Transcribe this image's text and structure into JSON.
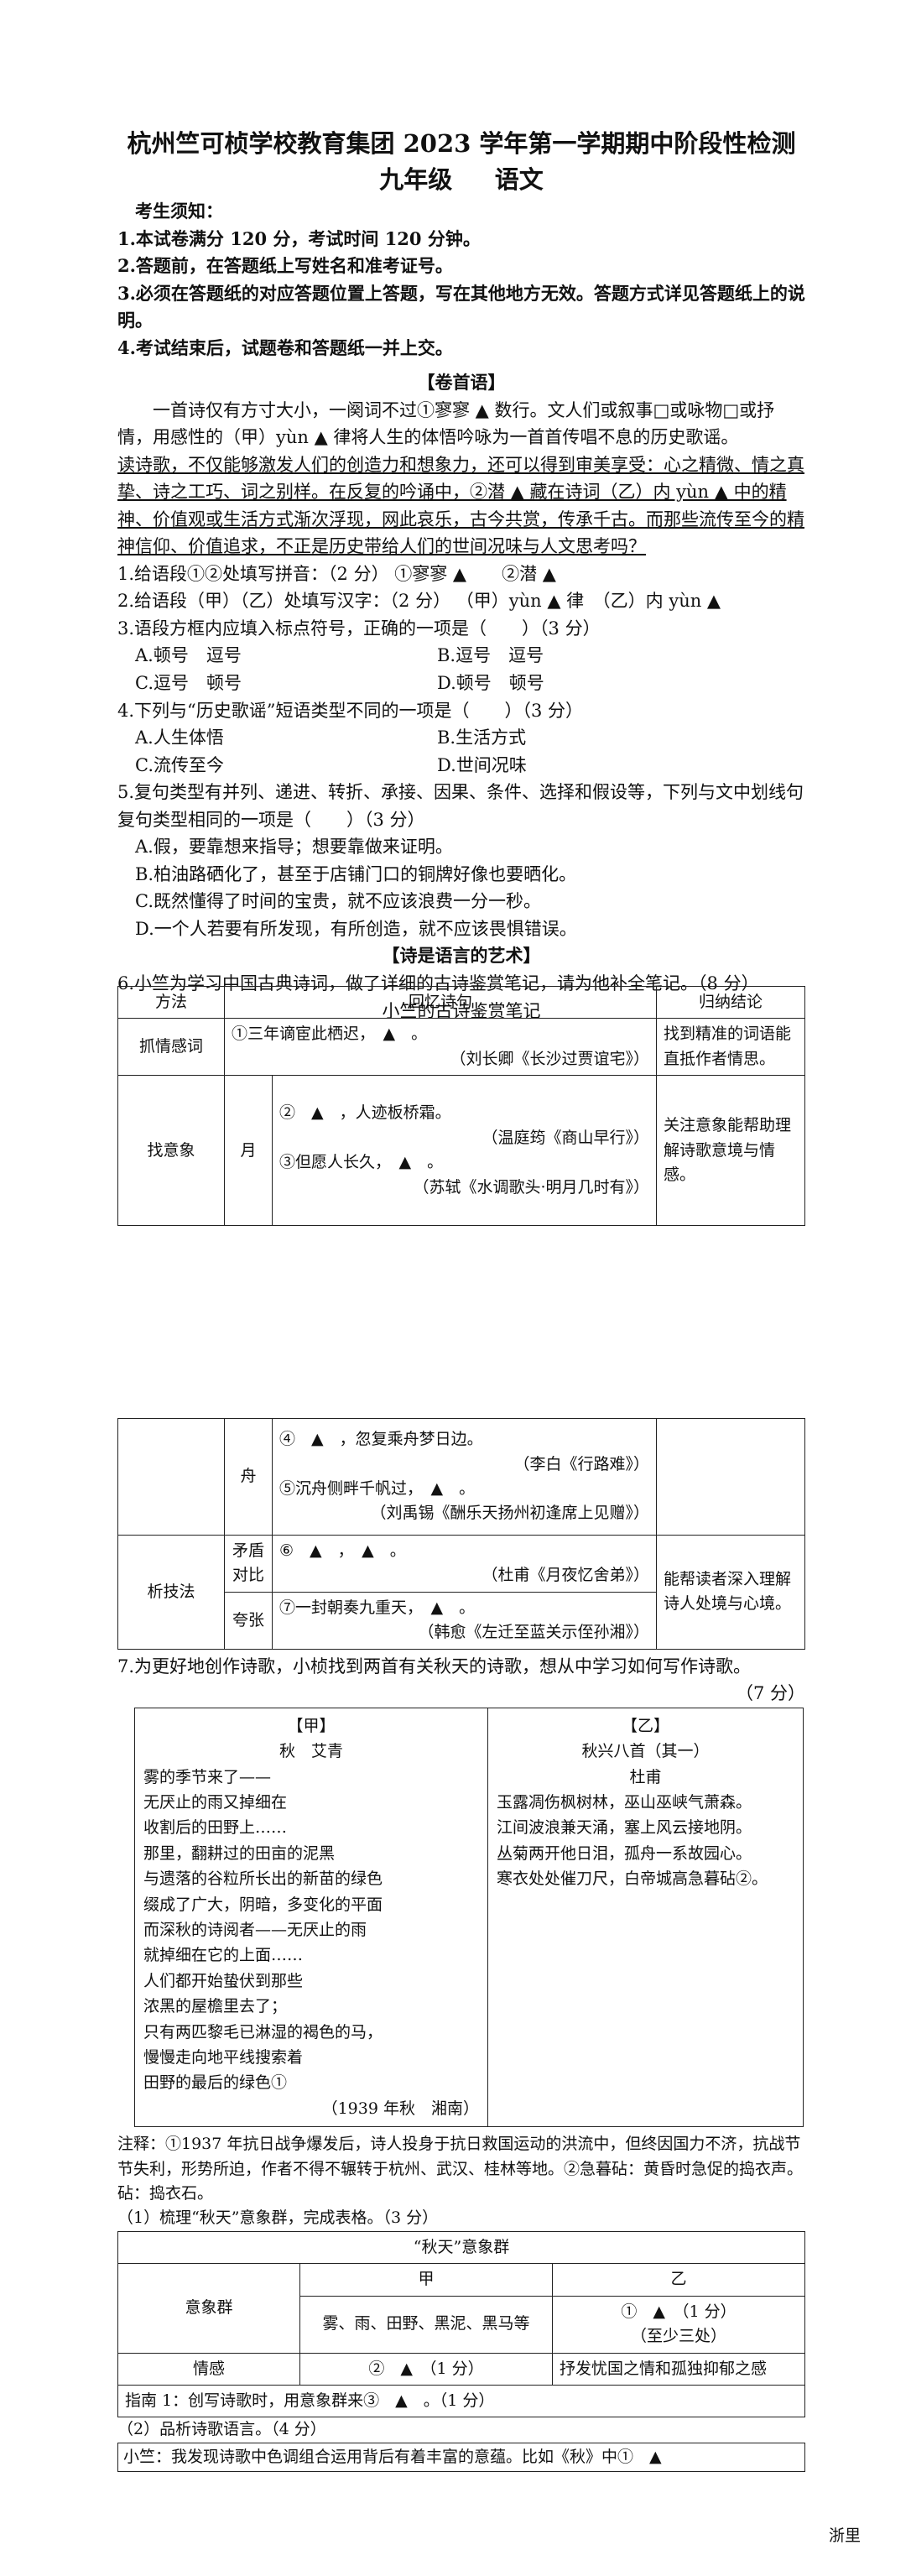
{
  "header": {
    "title": "杭州竺可桢学校教育集团 2023 学年第一学期期中阶段性检测",
    "subtitle_grade": "九年级",
    "subtitle_subject": "语文"
  },
  "notice": {
    "heading": "考生须知：",
    "items": [
      "1.本试卷满分 120 分，考试时间 120 分钟。",
      "2.答题前，在答题纸上写姓名和准考证号。",
      "3.必须在答题纸的对应答题位置上答题，写在其他地方无效。答题方式详见答题纸上的说明。",
      "4.考试结束后，试题卷和答题纸一并上交。"
    ]
  },
  "section1": {
    "heading": "【卷首语】",
    "passage": [
      "一首诗仅有方寸大小，一阕词不过①寥寥 ▲ 数行。文人们或叙事□或咏物□或抒情，用感性的（甲）yùn ▲ 律将人生的体悟吟咏为一首首传唱不息的历史歌谣。",
      "读诗歌，不仅能够激发人们的创造力和想象力，还可以得到审美享受：心之精微、情之真挚、诗之工巧、词之别样。在反复的吟诵中，②潜 ▲ 藏在诗词（乙）内 yùn ▲ 中的精神、价值观或生活方式渐次浮现，网此哀乐，古今共赏，传承千古。而那些流传至今的精神信仰、价值追求，不正是历史带给人们的世间况味与人文思考吗？"
    ],
    "q1": "1.给语段①②处填写拼音：（2 分） ①寥寥 ▲　　②潜 ▲",
    "q2": "2.给语段（甲）（乙）处填写汉字：（2 分） （甲）yùn ▲ 律　（乙）内 yùn ▲",
    "q3": "3.语段方框内应填入标点符号，正确的一项是（　　）（3 分）",
    "q3_options": [
      [
        "A.顿号　逗号",
        "B.逗号　逗号"
      ],
      [
        "C.逗号　顿号",
        "D.顿号　顿号"
      ]
    ],
    "q4": "4.下列与“历史歌谣”短语类型不同的一项是（　　）（3 分）",
    "q4_options": [
      [
        "A.人生体悟",
        "B.生活方式"
      ],
      [
        "C.流传至今",
        "D.世间况味"
      ]
    ],
    "q5": "5.复句类型有并列、递进、转折、承接、因果、条件、选择和假设等，下列与文中划线句复句类型相同的一项是（　　）（3 分）",
    "q5_options": [
      "A.假，要靠想来指导；想要靠做来证明。",
      "B.柏油路硒化了，甚至于店铺门口的铜牌好像也要晒化。",
      "C.既然懂得了时间的宝贵，就不应该浪费一分一秒。",
      "D.一个人若要有所发现，有所创造，就不应该畏惧错误。"
    ]
  },
  "section2": {
    "heading": "【诗是语言的艺术】",
    "q6": "6.小竺为学习中国古典诗词，做了详细的古诗鉴赏笔记，请为他补全笔记。（8 分）",
    "table_caption": "小竺的古诗鉴赏笔记",
    "table_headers": [
      "方法",
      "回忆诗句",
      "归纳结论"
    ],
    "row1": {
      "method": "抓情感词",
      "line": "①三年谪宦此栖迟，　▲　。",
      "source": "（刘长卿《长沙过贾谊宅》）",
      "conclusion": "找到精准的词语能直抵作者情思。"
    },
    "row2": {
      "method": "找意象",
      "sub": "月",
      "line2": "②　▲　，人迹板桥霜。",
      "source2": "（温庭筠《商山早行》）",
      "line3": "③但愿人长久，　▲　。",
      "source3": "（苏轼《水调歌头·明月几时有》）",
      "conclusion": "关注意象能帮助理解诗歌意境与情感。"
    },
    "row3": {
      "sub": "舟",
      "line4": "④　▲　，忽复乘舟梦日边。",
      "source4": "（李白《行路难》）",
      "line5": "⑤沉舟侧畔千帆过，　▲　。",
      "source5": "（刘禹锡《酬乐天扬州初逢席上见赠》）"
    },
    "row4": {
      "method": "析技法",
      "sub1": "矛盾对比",
      "line6": "⑥　▲　，　▲　。",
      "source6": "（杜甫《月夜忆舍弟》）",
      "sub2": "夸张",
      "line7": "⑦一封朝奏九重天，　▲　。",
      "source7": "（韩愈《左迁至蓝关示侄孙湘》）",
      "conclusion": "能帮读者深入理解诗人处境与心境。"
    },
    "q7": "7.为更好地创作诗歌，小桢找到两首有关秋天的诗歌，想从中学习如何写作诗歌。",
    "q7_points": "（7 分）",
    "poem_a": {
      "label": "【甲】",
      "title": "秋　艾青",
      "lines": [
        "雾的季节来了——",
        "无厌止的雨又掉细在",
        "收割后的田野上……",
        "那里，翻耕过的田亩的泥黑",
        "与遗落的谷粒所长出的新苗的绿色",
        "缀成了广大，阴暗，多变化的平面",
        "而深秋的诗阅者——无厌止的雨",
        "就掉细在它的上面……",
        "人们都开始蛰伏到那些",
        "浓黑的屋檐里去了；",
        "只有两匹黎毛已淋湿的褐色的马，",
        "慢慢走向地平线搜索着",
        "田野的最后的绿色①"
      ],
      "date": "（1939 年秋　湘南）"
    },
    "poem_b": {
      "label": "【乙】",
      "title": "秋兴八首（其一）",
      "author": "杜甫",
      "lines": [
        "玉露凋伤枫树林，巫山巫峡气萧森。",
        "江间波浪兼天涌，塞上风云接地阴。",
        "丛菊两开他日泪，孤舟一系故园心。",
        "寒衣处处催刀尺，白帝城高急暮砧②。"
      ]
    },
    "footnote": "注释：①1937 年抗日战争爆发后，诗人投身于抗日救国运动的洪流中，但终因国力不济，抗战节节失利，形势所迫，作者不得不辗转于杭州、武汉、桂林等地。②急暮砧：黄昏时急促的捣衣声。砧：捣衣石。",
    "sub1": "（1）梳理“秋天”意象群，完成表格。（3 分）",
    "table2_caption": "“秋天”意象群",
    "table2_col_a": "甲",
    "table2_col_b": "乙",
    "table2_row1_label": "意象群",
    "table2_row1_a": "雾、雨、田野、黑泥、黑马等",
    "table2_row1_b": "①　▲　（1 分）",
    "table2_row1_b_note": "（至少三处）",
    "table2_row2_label": "情感",
    "table2_row2_a": "②　▲　（1 分）",
    "table2_row2_b": "抒发忧国之情和孤独抑郁之感",
    "table2_guide": "指南 1：创写诗歌时，用意象群来③　▲　。（1 分）",
    "sub2": "（2）品析诗歌语言。（4 分）",
    "last_line": "小竺：我发现诗歌中色调组合运用背后有着丰富的意蕴。比如《秋》中①　▲"
  },
  "footer": {
    "text": "浙里"
  }
}
